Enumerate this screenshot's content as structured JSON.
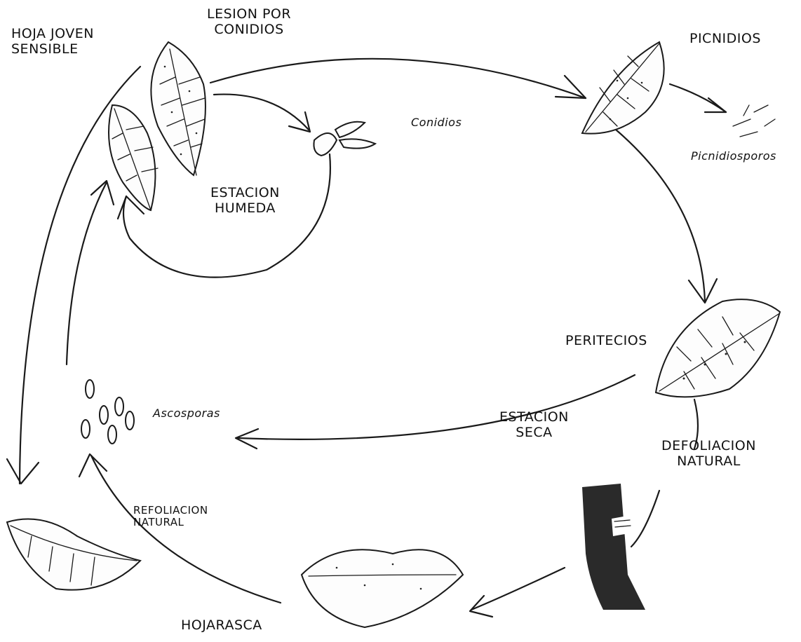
{
  "labels": {
    "hoja_joven": "HOJA JOVEN\nSENSIBLE",
    "lesion": "LESION POR\nCONIDIOS",
    "picnidios": "PICNIDIOS",
    "conidios": "Conidios",
    "picnidiosporos": "Picnidiosporos",
    "estacion_humeda": "ESTACION\nHUMEDA",
    "peritecios": "PERITECIOS",
    "ascosporas": "Ascosporas",
    "estacion_seca": "ESTACION\nSECA",
    "defoliacion": "DEFOLIACION\nNATURAL",
    "refoliacion": "REFOLIACION\nNATURAL",
    "hojarasca": "HOJARASCA"
  },
  "colors": {
    "ink": "#1a1a1a",
    "background": "#ffffff"
  }
}
